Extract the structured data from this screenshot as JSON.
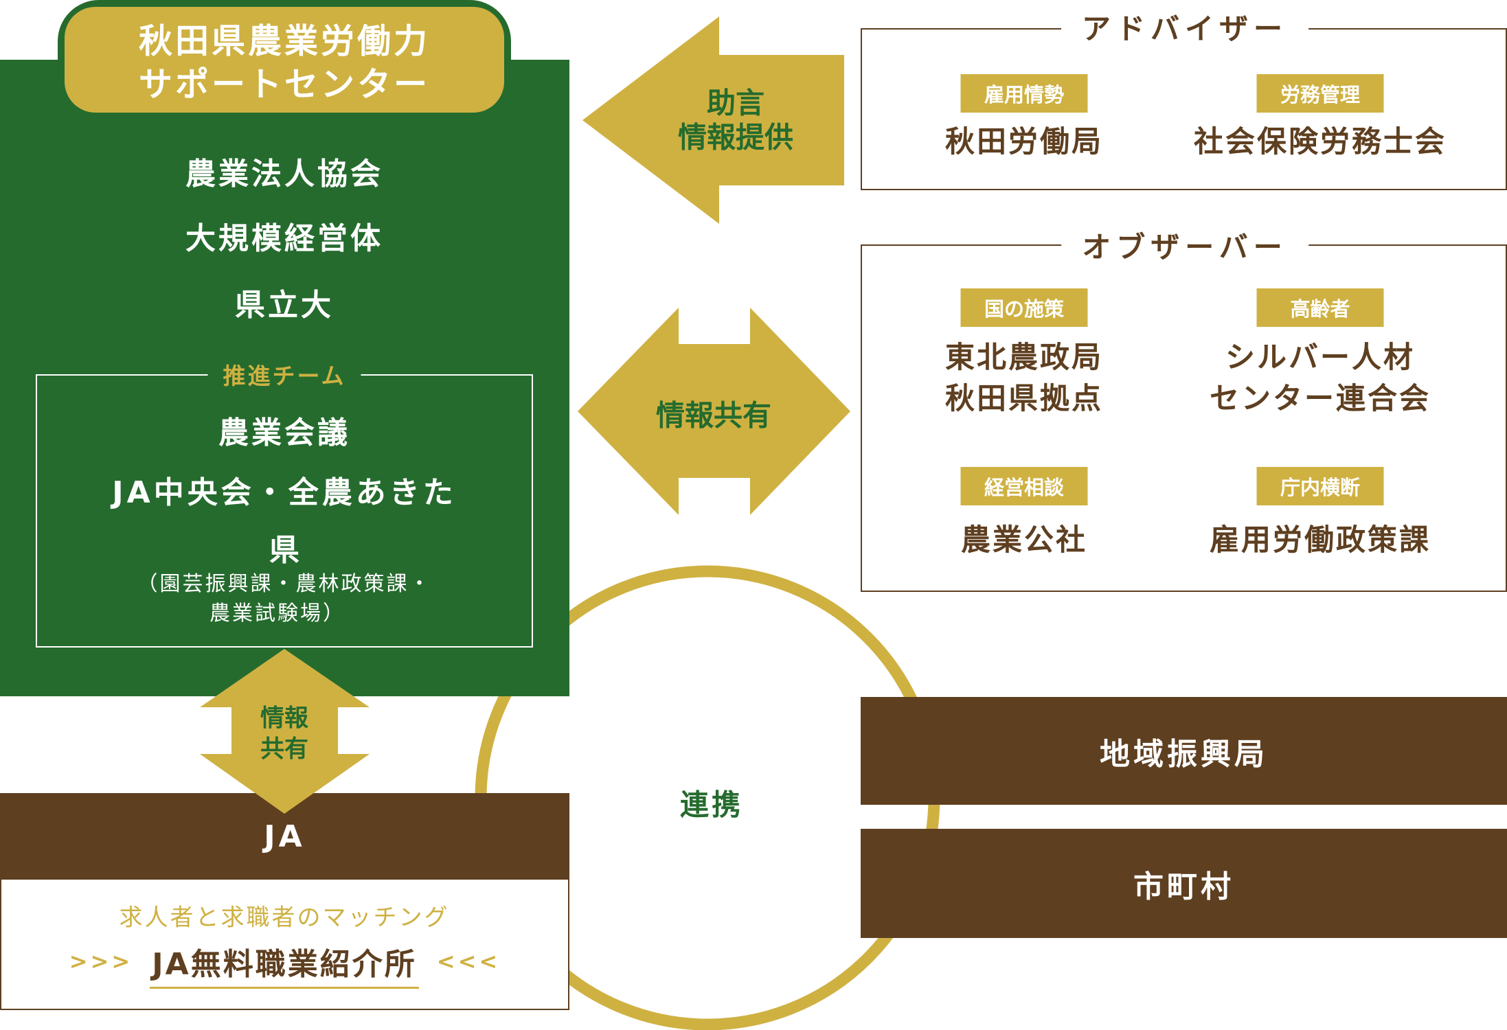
{
  "colors": {
    "green": "#256b2e",
    "gold": "#cfb142",
    "brown": "#5e3f20"
  },
  "center": {
    "title_line1": "秋田県農業労働力",
    "title_line2": "サポートセンター",
    "members": [
      "農業法人協会",
      "大規模経営体",
      "県立大"
    ],
    "team": {
      "label": "推進チーム",
      "members": [
        "農業会議",
        "JA中央会・全農あきた",
        "県"
      ],
      "pref_sub_line1": "（園芸振興課・農林政策課・",
      "pref_sub_line2": "農業試験場）"
    }
  },
  "arrows": {
    "advice_line1": "助言",
    "advice_line2": "情報提供",
    "share_horizontal": "情報共有",
    "share_vertical_line1": "情報",
    "share_vertical_line2": "共有",
    "cooperation": "連携"
  },
  "ja": {
    "title": "JA",
    "matching": "求人者と求職者のマッチング",
    "left_marks": ">>>",
    "service": "JA無料職業紹介所",
    "right_marks": "<<<"
  },
  "advisor": {
    "title": "アドバイザー",
    "items": [
      {
        "tag": "雇用情勢",
        "name": "秋田労働局"
      },
      {
        "tag": "労務管理",
        "name": "社会保険労務士会"
      }
    ]
  },
  "observer": {
    "title": "オブザーバー",
    "items": [
      {
        "tag": "国の施策",
        "name_line1": "東北農政局",
        "name_line2": "秋田県拠点"
      },
      {
        "tag": "高齢者",
        "name_line1": "シルバー人材",
        "name_line2": "センター連合会"
      },
      {
        "tag": "経営相談",
        "name_line1": "農業公社"
      },
      {
        "tag": "庁内横断",
        "name_line1": "雇用労働政策課"
      }
    ]
  },
  "regional": {
    "bars": [
      "地域振興局",
      "市町村"
    ]
  }
}
